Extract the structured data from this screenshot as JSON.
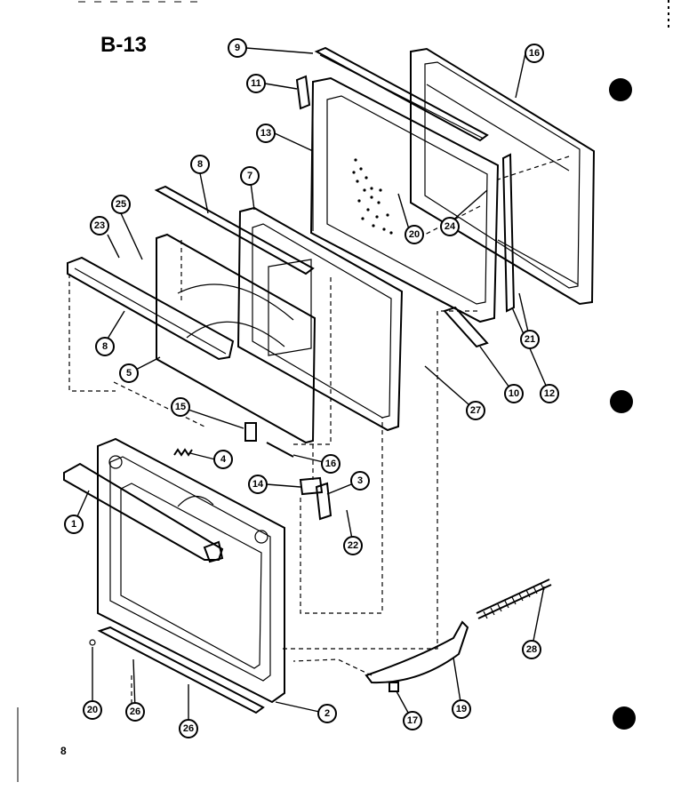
{
  "title": "B-13",
  "page_number": "8",
  "callouts": [
    {
      "id": "c9",
      "label": "9"
    },
    {
      "id": "c16",
      "label": "16"
    },
    {
      "id": "c11",
      "label": "11"
    },
    {
      "id": "c13",
      "label": "13"
    },
    {
      "id": "c8a",
      "label": "8"
    },
    {
      "id": "c7",
      "label": "7"
    },
    {
      "id": "c25",
      "label": "25"
    },
    {
      "id": "c23",
      "label": "23"
    },
    {
      "id": "c20a",
      "label": "20"
    },
    {
      "id": "c24",
      "label": "24"
    },
    {
      "id": "c8b",
      "label": "8"
    },
    {
      "id": "c21",
      "label": "21"
    },
    {
      "id": "c5",
      "label": "5"
    },
    {
      "id": "c10",
      "label": "10"
    },
    {
      "id": "c12",
      "label": "12"
    },
    {
      "id": "c27",
      "label": "27"
    },
    {
      "id": "c15",
      "label": "15"
    },
    {
      "id": "c4",
      "label": "4"
    },
    {
      "id": "c16b",
      "label": "16"
    },
    {
      "id": "c14",
      "label": "14"
    },
    {
      "id": "c3",
      "label": "3"
    },
    {
      "id": "c1",
      "label": "1"
    },
    {
      "id": "c22",
      "label": "22"
    },
    {
      "id": "c28",
      "label": "28"
    },
    {
      "id": "c20b",
      "label": "20"
    },
    {
      "id": "c26a",
      "label": "26"
    },
    {
      "id": "c26b",
      "label": "26"
    },
    {
      "id": "c2",
      "label": "2"
    },
    {
      "id": "c17",
      "label": "17"
    },
    {
      "id": "c19",
      "label": "19"
    }
  ]
}
